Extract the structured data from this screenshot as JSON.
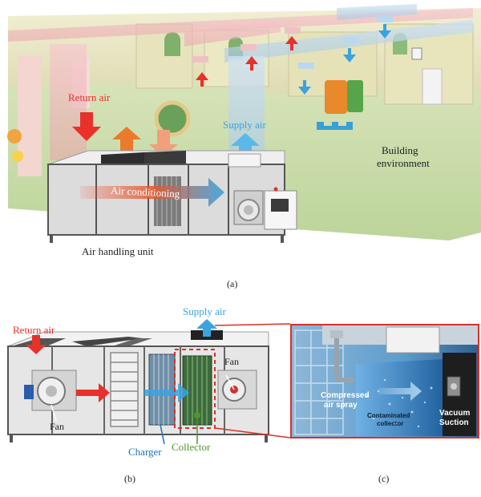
{
  "colors": {
    "return_air": "#e8312a",
    "supply_air": "#3aa3e0",
    "charger": "#1f6fb8",
    "collector": "#4a9a2a",
    "highlight_box": "#d9302a",
    "wall": "#ece9c6",
    "floor": "#c9dda8"
  },
  "panel_a": {
    "caption": "(a)",
    "return_air": "Return air",
    "supply_air": "Supply air",
    "air_conditioning": "Air conditioning",
    "building_environment_line1": "Building",
    "building_environment_line2": "environment",
    "air_handling_unit": "Air handling unit"
  },
  "panel_b": {
    "caption": "(b)",
    "return_air": "Return air",
    "supply_air": "Supply air",
    "fan_left": "Fan",
    "fan_right": "Fan",
    "charger": "Charger",
    "collector": "Collector"
  },
  "panel_c": {
    "caption": "(c)",
    "compressed_line1": "Compressed",
    "compressed_line2": "air spray",
    "contaminated_line1": "Contaminated",
    "contaminated_line2": "collector",
    "vacuum_line1": "Vacuum",
    "vacuum_line2": "Suction"
  }
}
